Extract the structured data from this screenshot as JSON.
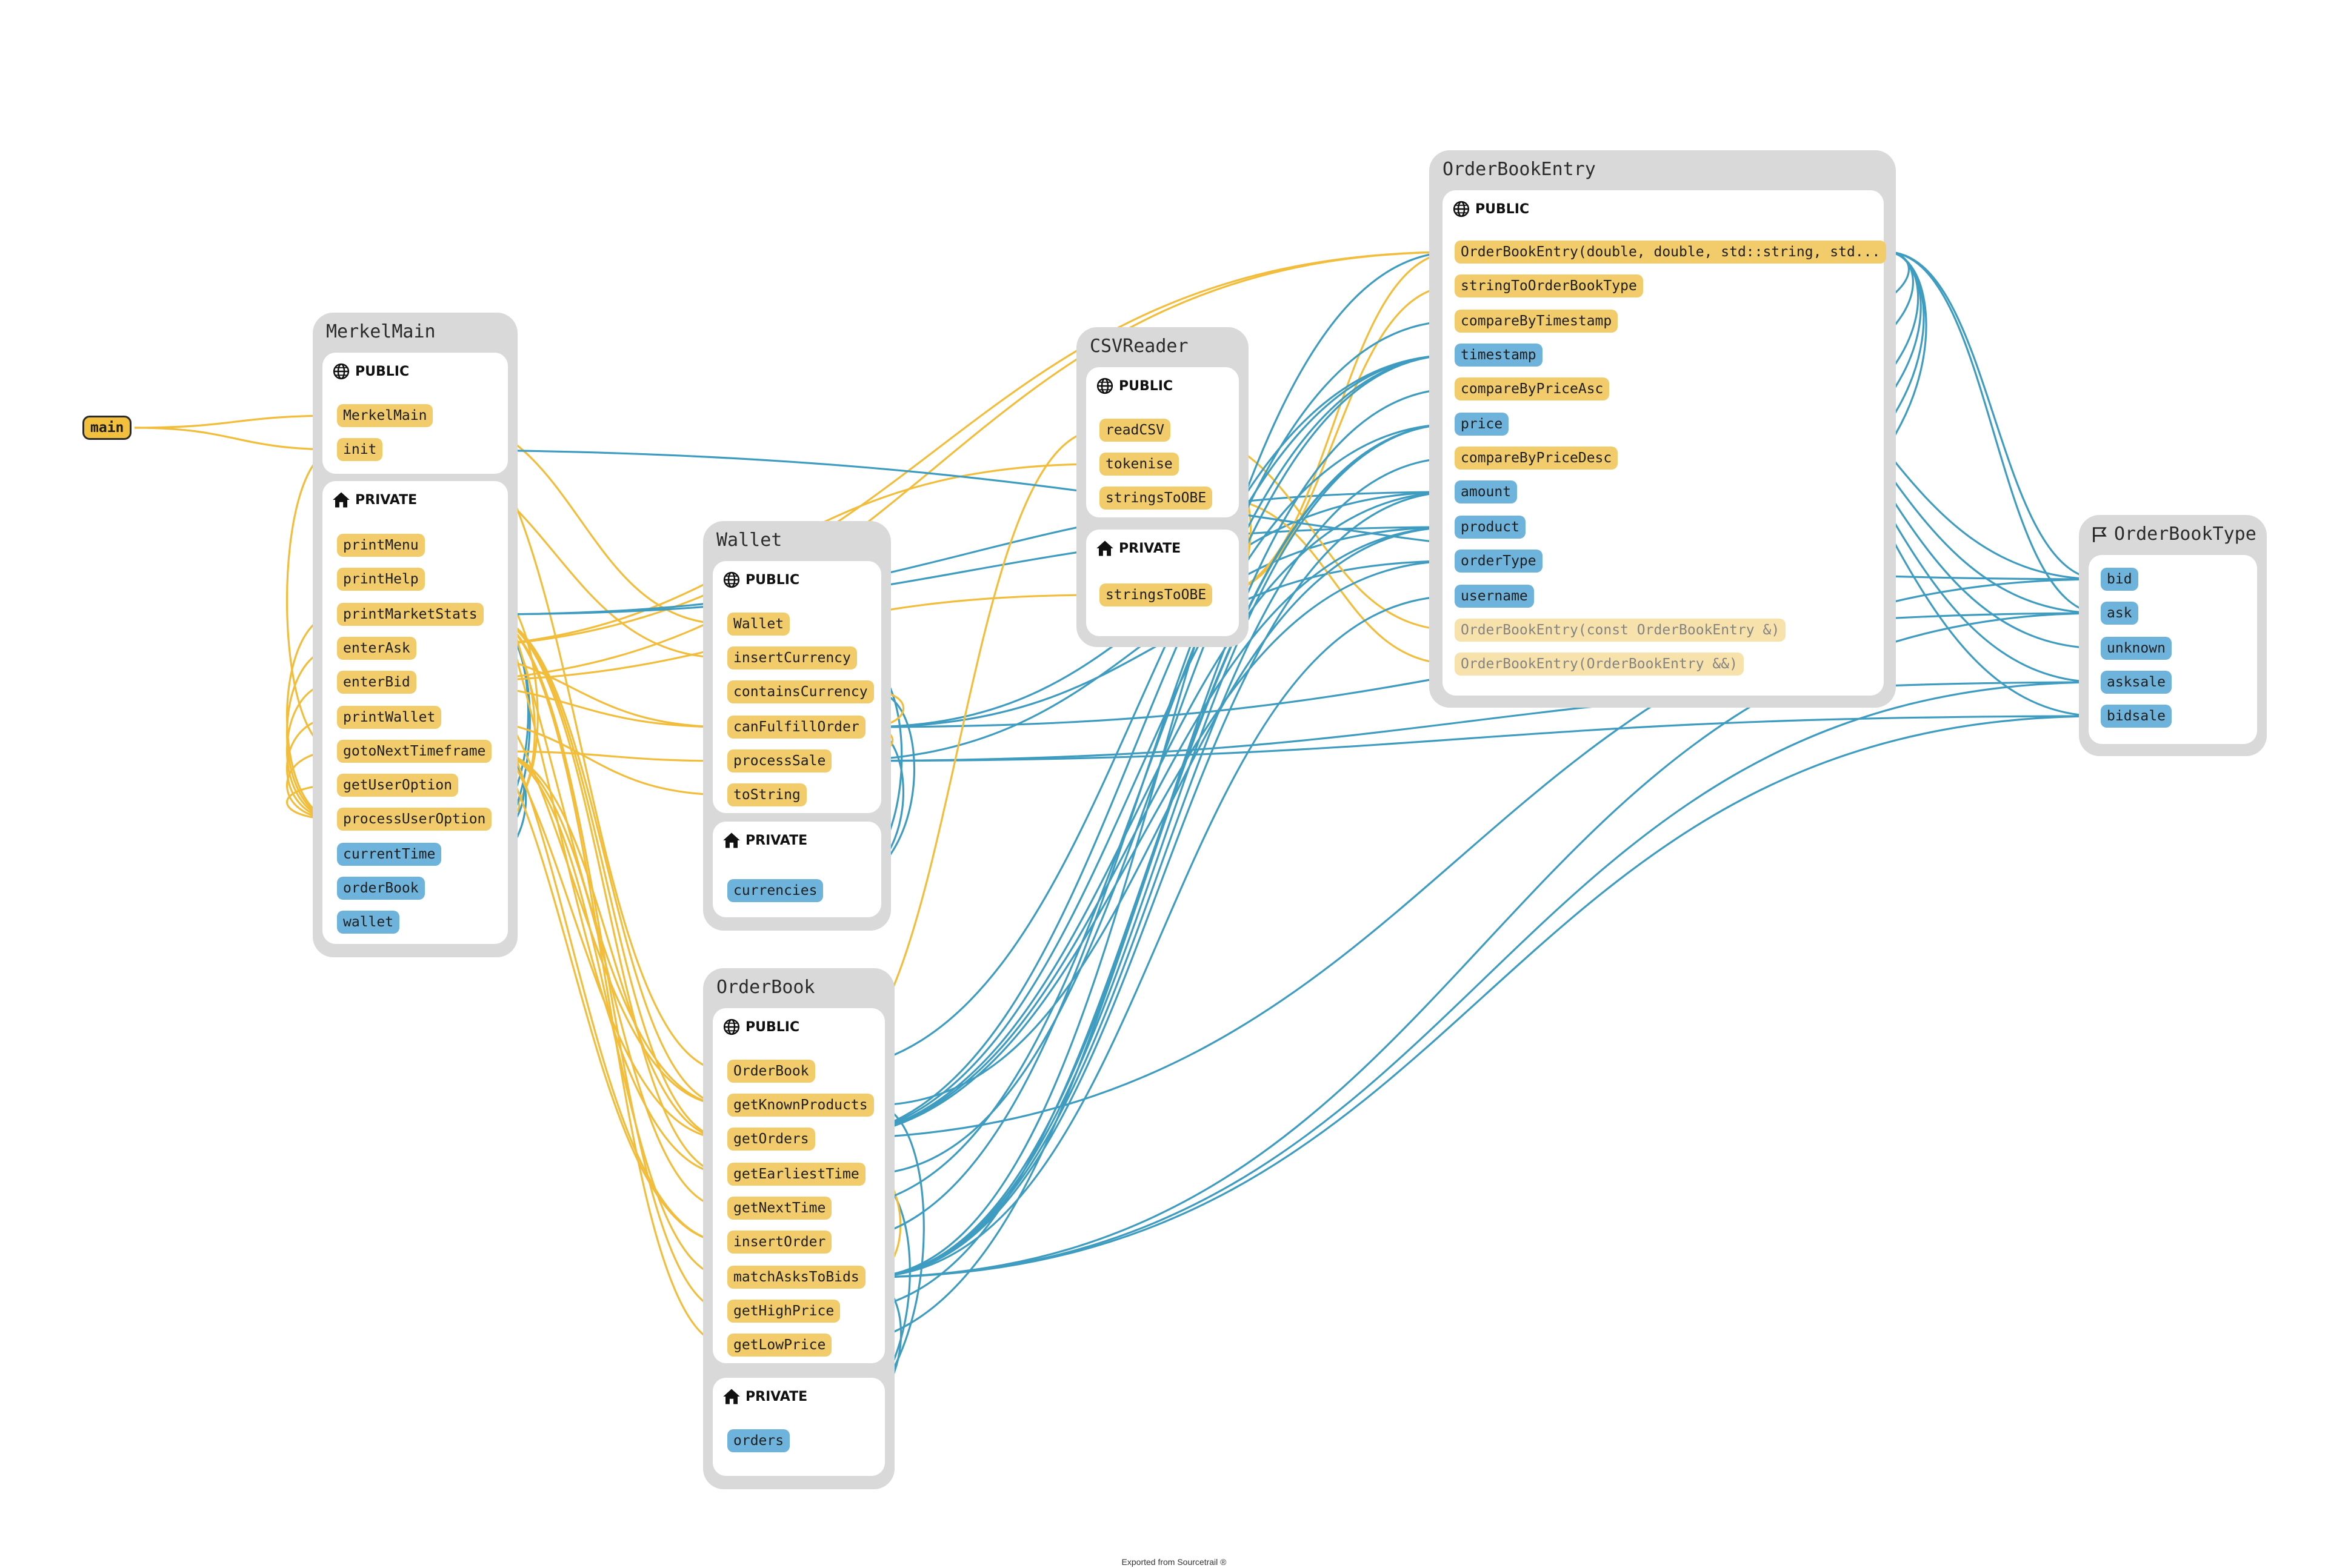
{
  "main_node": {
    "label": "main"
  },
  "footer": {
    "text": "Exported from Sourcetrail ®"
  },
  "colors": {
    "function": "#f2cc6a",
    "variable": "#6eb3db",
    "edge_call": "#f2bd3a",
    "edge_use": "#3f9cc1",
    "class_bg": "#d9d9d9"
  },
  "classes": [
    {
      "id": "merkelmain",
      "title": "MerkelMain",
      "sections": [
        {
          "label": "PUBLIC",
          "icon": "globe-icon",
          "members": [
            {
              "name": "MerkelMain",
              "kind": "function"
            },
            {
              "name": "init",
              "kind": "function"
            }
          ]
        },
        {
          "label": "PRIVATE",
          "icon": "house-icon",
          "members": [
            {
              "name": "printMenu",
              "kind": "function"
            },
            {
              "name": "printHelp",
              "kind": "function"
            },
            {
              "name": "printMarketStats",
              "kind": "function"
            },
            {
              "name": "enterAsk",
              "kind": "function"
            },
            {
              "name": "enterBid",
              "kind": "function"
            },
            {
              "name": "printWallet",
              "kind": "function"
            },
            {
              "name": "gotoNextTimeframe",
              "kind": "function"
            },
            {
              "name": "getUserOption",
              "kind": "function"
            },
            {
              "name": "processUserOption",
              "kind": "function"
            },
            {
              "name": "currentTime",
              "kind": "variable"
            },
            {
              "name": "orderBook",
              "kind": "variable"
            },
            {
              "name": "wallet",
              "kind": "variable"
            }
          ]
        }
      ]
    },
    {
      "id": "wallet",
      "title": "Wallet",
      "sections": [
        {
          "label": "PUBLIC",
          "icon": "globe-icon",
          "members": [
            {
              "name": "Wallet",
              "kind": "function"
            },
            {
              "name": "insertCurrency",
              "kind": "function"
            },
            {
              "name": "containsCurrency",
              "kind": "function"
            },
            {
              "name": "canFulfillOrder",
              "kind": "function"
            },
            {
              "name": "processSale",
              "kind": "function"
            },
            {
              "name": "toString",
              "kind": "function"
            }
          ]
        },
        {
          "label": "PRIVATE",
          "icon": "house-icon",
          "members": [
            {
              "name": "currencies",
              "kind": "variable"
            }
          ]
        }
      ]
    },
    {
      "id": "orderbook",
      "title": "OrderBook",
      "sections": [
        {
          "label": "PUBLIC",
          "icon": "globe-icon",
          "members": [
            {
              "name": "OrderBook",
              "kind": "function"
            },
            {
              "name": "getKnownProducts",
              "kind": "function"
            },
            {
              "name": "getOrders",
              "kind": "function"
            },
            {
              "name": "getEarliestTime",
              "kind": "function"
            },
            {
              "name": "getNextTime",
              "kind": "function"
            },
            {
              "name": "insertOrder",
              "kind": "function"
            },
            {
              "name": "matchAsksToBids",
              "kind": "function"
            },
            {
              "name": "getHighPrice",
              "kind": "function"
            },
            {
              "name": "getLowPrice",
              "kind": "function"
            }
          ]
        },
        {
          "label": "PRIVATE",
          "icon": "house-icon",
          "members": [
            {
              "name": "orders",
              "kind": "variable"
            }
          ]
        }
      ]
    },
    {
      "id": "csvreader",
      "title": "CSVReader",
      "sections": [
        {
          "label": "PUBLIC",
          "icon": "globe-icon",
          "members": [
            {
              "name": "readCSV",
              "kind": "function"
            },
            {
              "name": "tokenise",
              "kind": "function"
            },
            {
              "name": "stringsToOBE",
              "kind": "function"
            }
          ]
        },
        {
          "label": "PRIVATE",
          "icon": "house-icon",
          "members": [
            {
              "name": "stringsToOBE",
              "kind": "function"
            }
          ]
        }
      ]
    },
    {
      "id": "orderbookentry",
      "title": "OrderBookEntry",
      "sections": [
        {
          "label": "PUBLIC",
          "icon": "globe-icon",
          "members": [
            {
              "name": "OrderBookEntry(double, double, std::string, std...",
              "kind": "function"
            },
            {
              "name": "stringToOrderBookType",
              "kind": "function"
            },
            {
              "name": "compareByTimestamp",
              "kind": "function"
            },
            {
              "name": "timestamp",
              "kind": "variable"
            },
            {
              "name": "compareByPriceAsc",
              "kind": "function"
            },
            {
              "name": "price",
              "kind": "variable"
            },
            {
              "name": "compareByPriceDesc",
              "kind": "function"
            },
            {
              "name": "amount",
              "kind": "variable"
            },
            {
              "name": "product",
              "kind": "variable"
            },
            {
              "name": "orderType",
              "kind": "variable"
            },
            {
              "name": "username",
              "kind": "variable"
            },
            {
              "name": "OrderBookEntry(const OrderBookEntry &)",
              "kind": "function",
              "dim": true
            },
            {
              "name": "OrderBookEntry(OrderBookEntry &&)",
              "kind": "function",
              "dim": true
            }
          ]
        }
      ]
    },
    {
      "id": "orderbooktype",
      "title": "OrderBookType",
      "title_icon": "flag-icon",
      "sections": [
        {
          "label": "",
          "icon": "",
          "members": [
            {
              "name": "bid",
              "kind": "variable"
            },
            {
              "name": "ask",
              "kind": "variable"
            },
            {
              "name": "unknown",
              "kind": "variable"
            },
            {
              "name": "asksale",
              "kind": "variable"
            },
            {
              "name": "bidsale",
              "kind": "variable"
            }
          ]
        }
      ]
    }
  ]
}
